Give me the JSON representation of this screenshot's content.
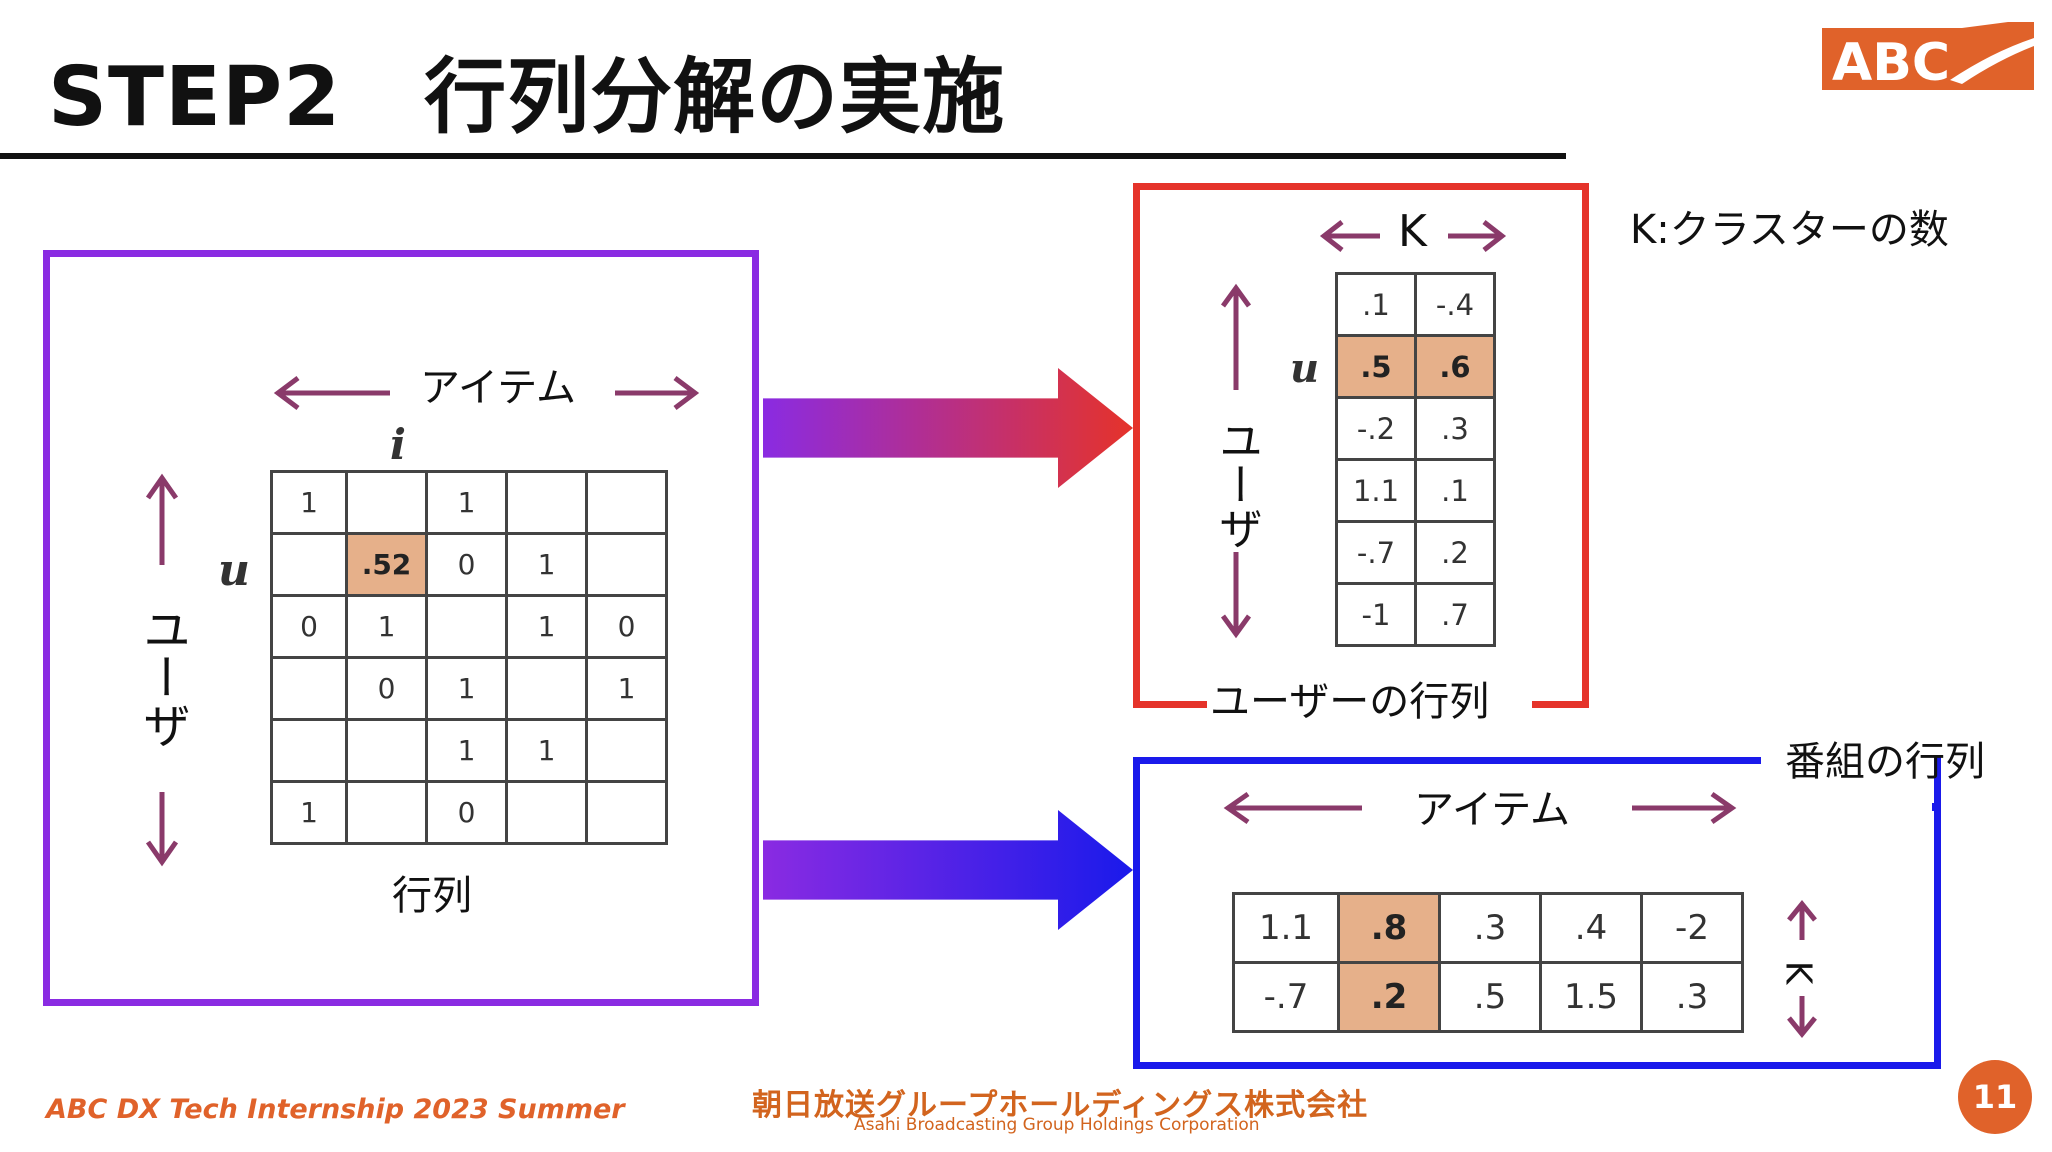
{
  "slide": {
    "title": "STEP2　行列分解の実施",
    "logo_text": "ABC",
    "page_number": "11",
    "footer_event": "ABC DX Tech Internship 2023 Summer",
    "company_jp": "朝日放送グループホールディングス株式会社",
    "company_en": "Asahi Broadcasting Group Holdings Corporation"
  },
  "colors": {
    "accent": "#e0622a",
    "left_box": "#8a2be2",
    "user_box": "#e5332a",
    "item_box": "#1a1aeb",
    "highlight": "#e6b08a"
  },
  "rating_matrix": {
    "label": "行列",
    "axis_top": "アイテム",
    "axis_left": "ユーザ",
    "col_var": "i",
    "row_var": "u",
    "rows": [
      [
        "1",
        "",
        "1",
        "",
        ""
      ],
      [
        "",
        ".52",
        "0",
        "1",
        ""
      ],
      [
        "0",
        "1",
        "",
        "1",
        "0"
      ],
      [
        "",
        "0",
        "1",
        "",
        "1"
      ],
      [
        "",
        "",
        "1",
        "1",
        ""
      ],
      [
        "1",
        "",
        "0",
        "",
        ""
      ]
    ],
    "highlight_cell": [
      1,
      1
    ]
  },
  "user_matrix": {
    "label": "ユーザーの行列",
    "axis_top": "K",
    "axis_left": "ユーザ",
    "row_var": "u",
    "note": "K:クラスターの数",
    "rows": [
      [
        ".1",
        "-.4"
      ],
      [
        ".5",
        ".6"
      ],
      [
        "-.2",
        ".3"
      ],
      [
        "1.1",
        ".1"
      ],
      [
        "-.7",
        ".2"
      ],
      [
        "-1",
        ".7"
      ]
    ],
    "highlight_row": 1
  },
  "item_matrix": {
    "label": "番組の行列",
    "axis_top": "アイテム",
    "axis_right": "K",
    "rows": [
      [
        "1.1",
        ".8",
        ".3",
        ".4",
        "-2"
      ],
      [
        "-.7",
        ".2",
        ".5",
        "1.5",
        ".3"
      ]
    ],
    "highlight_col": 1
  }
}
